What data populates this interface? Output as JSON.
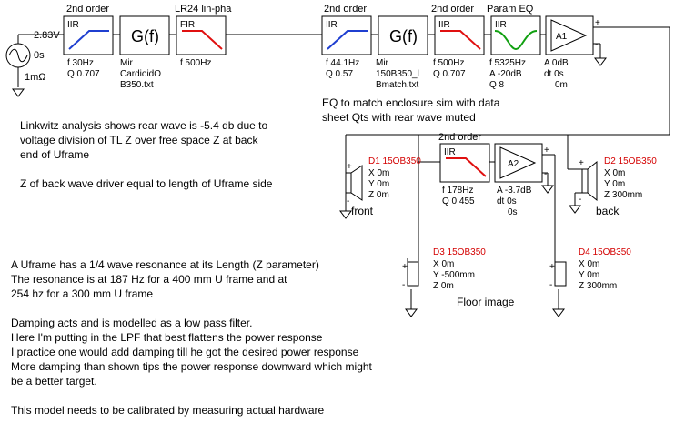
{
  "source": {
    "voltage": "2.83V",
    "phase": "0s",
    "resistance": "1mΩ"
  },
  "blocks": {
    "b1": {
      "header": "2nd order",
      "tag": "IIR",
      "p1": "f  30Hz",
      "p2": "Q  0.707",
      "curve_color": "#1f3fd0"
    },
    "b2": {
      "label": "G(f)",
      "p1": "Mir",
      "p2": "CardioidO",
      "p3": "B350.txt"
    },
    "b3": {
      "header": "LR24 lin-pha",
      "tag": "FIR",
      "p1": "f  500Hz",
      "curve_color": "#e01010"
    },
    "b4": {
      "header": "2nd order",
      "tag": "IIR",
      "p1": "f  44.1Hz",
      "p2": "Q  0.57",
      "curve_color": "#1f3fd0"
    },
    "b5": {
      "label": "G(f)",
      "p1": "Mir",
      "p2": "150B350_l",
      "p3": "Bmatch.txt"
    },
    "b6": {
      "header": "2nd order",
      "tag": "IIR",
      "p1": "f  500Hz",
      "p2": "Q  0.707",
      "curve_color": "#e01010"
    },
    "b7": {
      "header": "Param EQ",
      "tag": "IIR",
      "p1": "f  5325Hz",
      "p2": "A  -20dB",
      "p3": "Q  8",
      "curve_color": "#10a010"
    },
    "amp1": {
      "label": "A1",
      "p1": "A  0dB",
      "p2": "dt 0s",
      "p3": "0m"
    },
    "b8": {
      "header": "2nd order",
      "tag": "IIR",
      "p1": "f  178Hz",
      "p2": "Q  0.455",
      "curve_color": "#e01010"
    },
    "amp2": {
      "label": "A2",
      "p1": "A  -3.7dB",
      "p2": "dt 0s",
      "p3": "0s"
    }
  },
  "drivers": {
    "d1": {
      "name": "D1 15OB350",
      "x": "X 0m",
      "y": "Y 0m",
      "z": "Z 0m",
      "caption": "front"
    },
    "d2": {
      "name": "D2 15OB350",
      "x": "X 0m",
      "y": "Y 0m",
      "z": "Z 300mm",
      "caption": "back"
    },
    "d3": {
      "name": "D3 15OB350",
      "x": "X 0m",
      "y": "Y -500mm",
      "z": "Z 0m",
      "caption": "Floor image"
    },
    "d4": {
      "name": "D4 15OB350",
      "x": "X 0m",
      "y": "Y 0m",
      "z": "Z 300mm"
    }
  },
  "notes": {
    "eq": [
      "EQ to match enclosure sim with data",
      "sheet Qts with rear wave muted"
    ],
    "p1": [
      "Linkwitz analysis shows rear wave is -5.4 db due to",
      "voltage division of TL Z over free space Z at back",
      "end of Uframe"
    ],
    "p2": [
      "Z of back wave driver equal to length of Uframe side"
    ],
    "p3": [
      "A Uframe has a 1/4 wave resonance at its Length (Z parameter)",
      "The resonance is at 187 Hz for a 400 mm U frame and at",
      "254 hz for a 300 mm U frame"
    ],
    "p4": [
      "Damping acts and is modelled as a low pass filter.",
      "Here I'm putting in the LPF that best flattens the power response",
      "I practice one would add damping till he got the desired power response",
      "More damping than shown tips the power response downward which might",
      "be a better target."
    ],
    "p5": [
      "This model needs to be calibrated by measuring actual hardware"
    ]
  }
}
